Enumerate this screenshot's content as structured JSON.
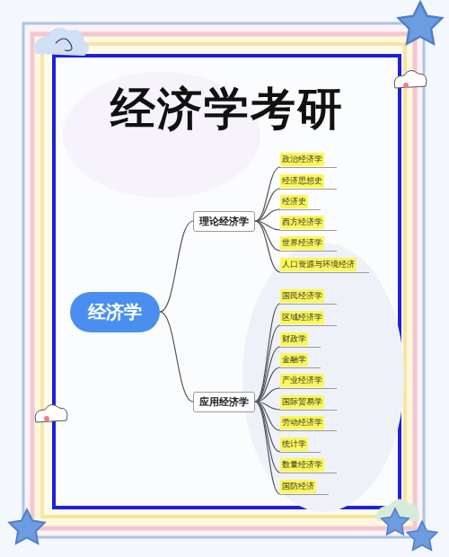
{
  "diagram": {
    "title": "经济学考研",
    "nodes": [
      {
        "text": [
          "经济学"
        ]
      },
      {
        "text": [
          "理论经济学"
        ]
      },
      {
        "text": [
          "政治经济学"
        ]
      },
      {
        "text": [
          "经济思想史"
        ]
      },
      {
        "text": [
          "经济史"
        ]
      },
      {
        "text": [
          "西方经济学"
        ]
      },
      {
        "text": [
          "世界经济学"
        ]
      },
      {
        "text": [
          "人口资源与环境经济"
        ]
      },
      {
        "text": [
          "应用经济学"
        ]
      },
      {
        "text": [
          "国民经济学"
        ]
      },
      {
        "text": [
          "区域经济学"
        ]
      },
      {
        "text": [
          "财政学"
        ]
      },
      {
        "text": [
          "金融学"
        ]
      },
      {
        "text": [
          "产业经济学"
        ]
      },
      {
        "text": [
          "国际贸易学"
        ]
      },
      {
        "text": [
          "劳动经济学"
        ]
      },
      {
        "text": [
          "统计学"
        ]
      },
      {
        "text": [
          "数量经济学"
        ]
      },
      {
        "text": [
          "国防经济"
        ]
      }
    ],
    "edges": [
      {
        "from": 0,
        "to": 1,
        "arrow": "none"
      },
      {
        "from": 1,
        "to": 2,
        "arrow": "none"
      },
      {
        "from": 1,
        "to": 3,
        "arrow": "none"
      },
      {
        "from": 1,
        "to": 4,
        "arrow": "none"
      },
      {
        "from": 1,
        "to": 5,
        "arrow": "none"
      },
      {
        "from": 1,
        "to": 6,
        "arrow": "none"
      },
      {
        "from": 1,
        "to": 7,
        "arrow": "none"
      },
      {
        "from": 0,
        "to": 8,
        "arrow": "none"
      },
      {
        "from": 8,
        "to": 9,
        "arrow": "none"
      },
      {
        "from": 8,
        "to": 10,
        "arrow": "none"
      },
      {
        "from": 8,
        "to": 11,
        "arrow": "none"
      },
      {
        "from": 8,
        "to": 12,
        "arrow": "none"
      },
      {
        "from": 8,
        "to": 13,
        "arrow": "none"
      },
      {
        "from": 8,
        "to": 14,
        "arrow": "none"
      },
      {
        "from": 8,
        "to": 15,
        "arrow": "none"
      },
      {
        "from": 8,
        "to": 16,
        "arrow": "none"
      },
      {
        "from": 8,
        "to": 17,
        "arrow": "none"
      },
      {
        "from": 8,
        "to": 18,
        "arrow": "none"
      }
    ]
  }
}
